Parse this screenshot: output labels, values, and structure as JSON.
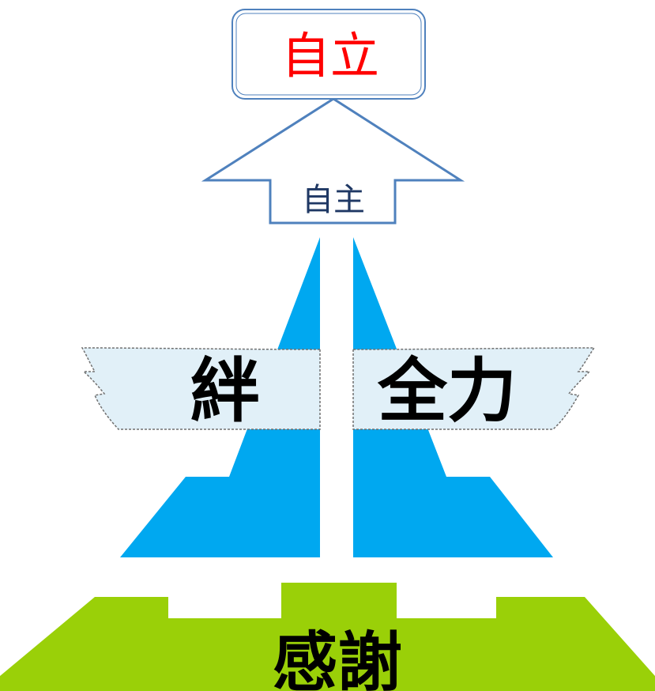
{
  "top_box": {
    "label": "自立",
    "label_color": "#ff0000",
    "border_color": "#4f81bd"
  },
  "arrow": {
    "label": "自主",
    "border_color": "#4f81bd",
    "label_color": "#1f3864"
  },
  "wings": {
    "left_label": "絆",
    "right_label": "全力",
    "fill": "#e1f0f8",
    "pyramid_fill": "#00a8f0"
  },
  "base": {
    "label": "感謝",
    "fill": "#9ad008"
  }
}
